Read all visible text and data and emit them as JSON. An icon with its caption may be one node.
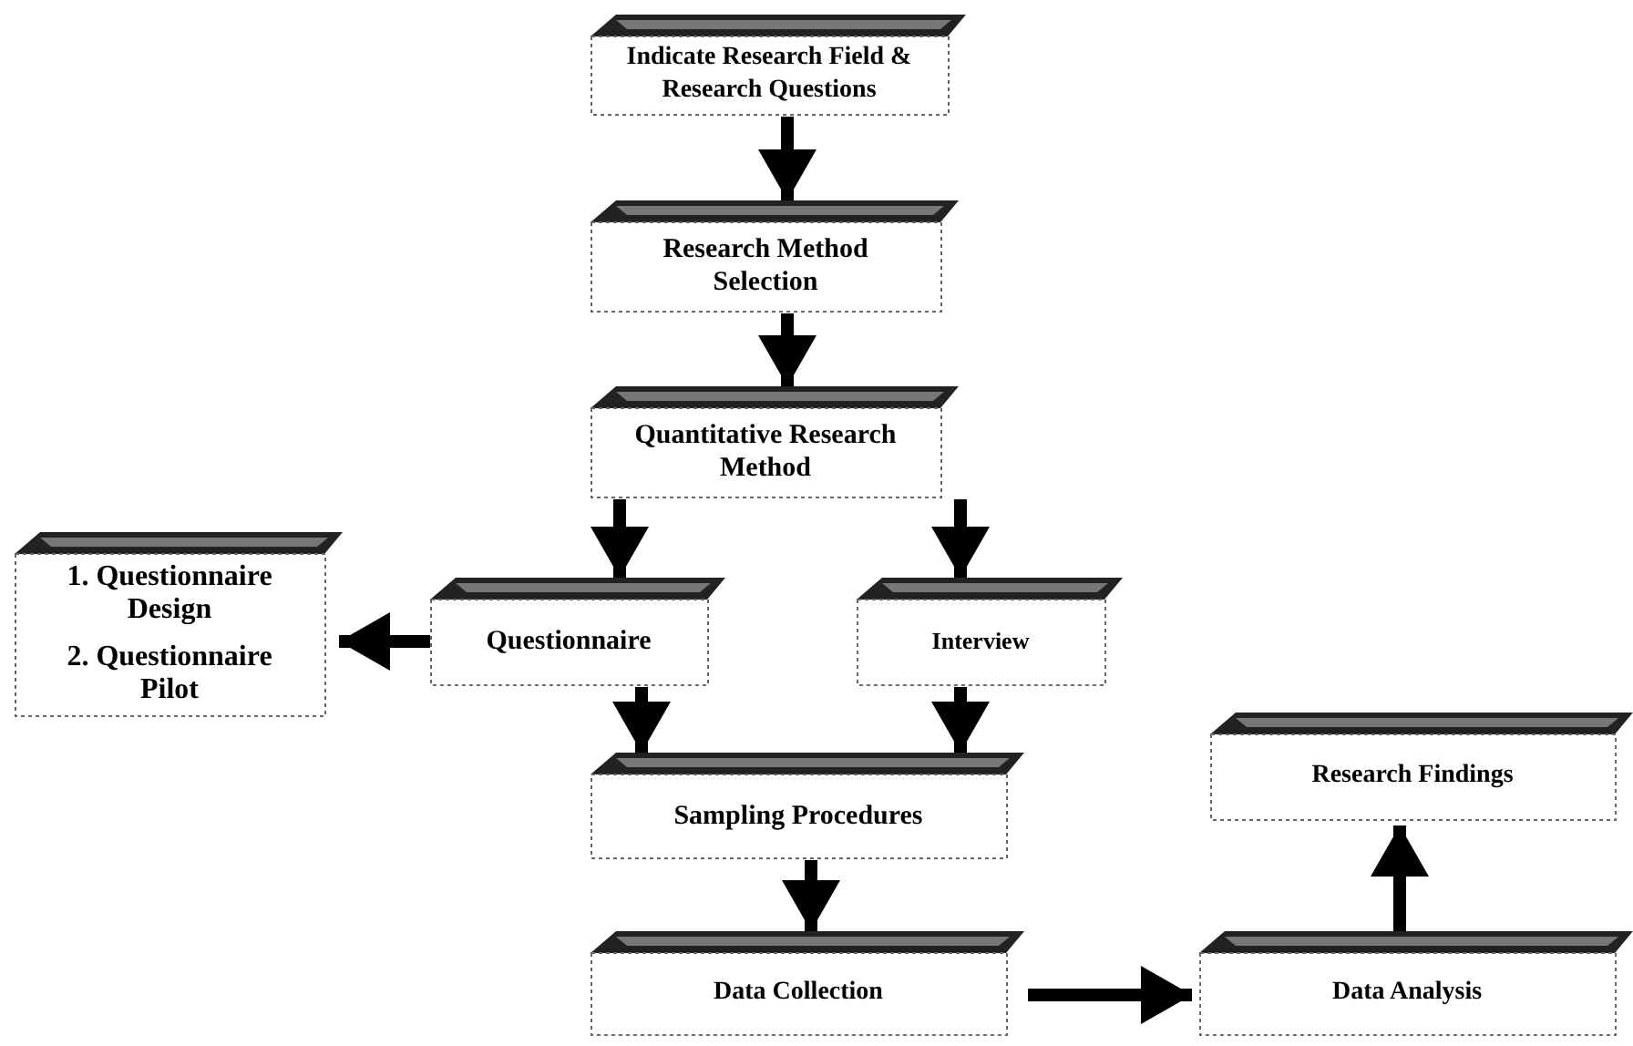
{
  "diagram": {
    "nodes": [
      {
        "text": [
          "Indicate Research Field & Research Questions"
        ]
      },
      {
        "text": [
          "Research Method Selection"
        ]
      },
      {
        "text": [
          "Quantitative Research Method"
        ]
      },
      {
        "text": [
          "1. Questionnaire Design",
          "2. Questionnaire Pilot"
        ]
      },
      {
        "text": [
          "Questionnaire"
        ]
      },
      {
        "text": [
          "Interview"
        ]
      },
      {
        "text": [
          "Sampling Procedures"
        ]
      },
      {
        "text": [
          "Data Collection"
        ]
      },
      {
        "text": [
          "Data Analysis"
        ]
      },
      {
        "text": [
          "Research Findings"
        ]
      }
    ],
    "edges": [
      {
        "from": 0,
        "to": 1,
        "arrow": "to"
      },
      {
        "from": 1,
        "to": 2,
        "arrow": "to"
      },
      {
        "from": 2,
        "to": 4,
        "arrow": "to"
      },
      {
        "from": 2,
        "to": 5,
        "arrow": "to"
      },
      {
        "from": 4,
        "to": 3,
        "arrow": "to"
      },
      {
        "from": 4,
        "to": 6,
        "arrow": "to"
      },
      {
        "from": 5,
        "to": 6,
        "arrow": "to"
      },
      {
        "from": 6,
        "to": 7,
        "arrow": "to"
      },
      {
        "from": 7,
        "to": 8,
        "arrow": "to"
      },
      {
        "from": 8,
        "to": 9,
        "arrow": "to"
      }
    ]
  }
}
